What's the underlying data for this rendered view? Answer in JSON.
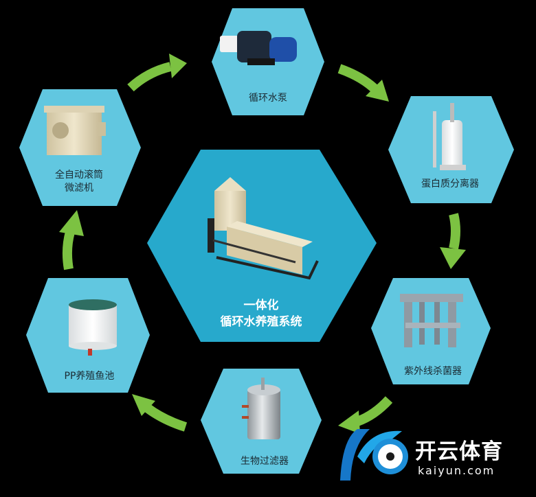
{
  "center": {
    "line1": "一体化",
    "line2": "循环水养殖系统"
  },
  "nodes": {
    "pump": {
      "label": "循环水泵"
    },
    "skimmer": {
      "label": "蛋白质分离器"
    },
    "uv": {
      "label": "紫外线杀菌器"
    },
    "biofilter": {
      "label": "生物过滤器"
    },
    "tank": {
      "label": "PP养殖鱼池"
    },
    "drumfilter": {
      "label1": "全自动滚筒",
      "label2": "微滤机"
    }
  },
  "watermark": {
    "brand": "开云体育",
    "url": "kaiyun.com"
  },
  "colors": {
    "hex": "#61c7e0",
    "center_hex": "#27a9cc",
    "arrow": "#7cc242",
    "background": "#000000"
  }
}
